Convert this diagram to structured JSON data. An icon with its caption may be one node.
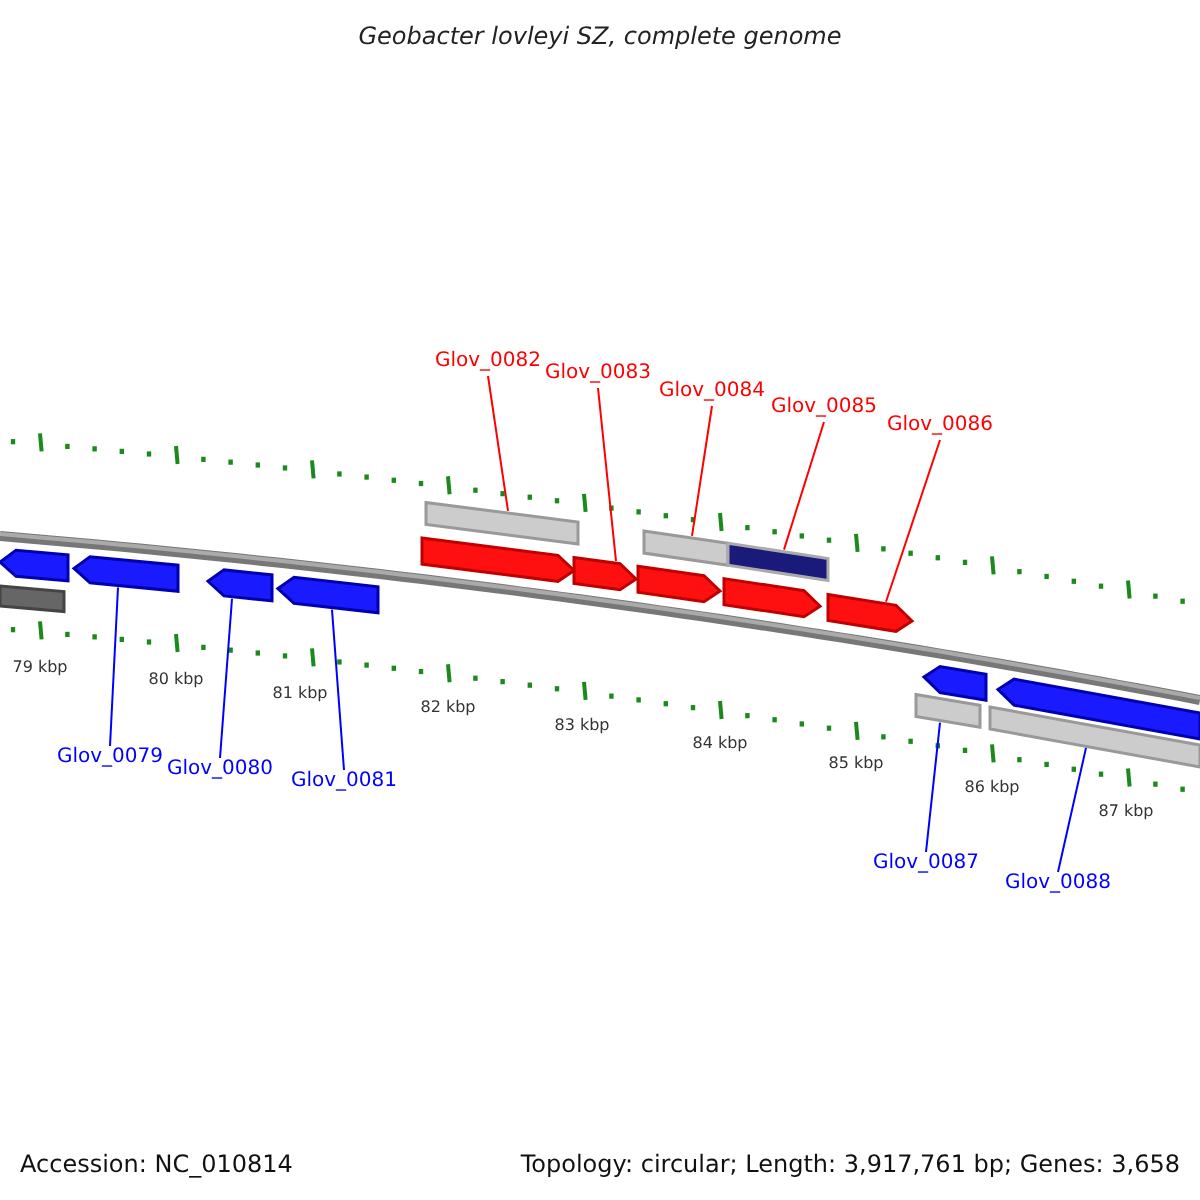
{
  "diagram": {
    "title": "Geobacter lovleyi SZ, complete genome",
    "nodes": [
      {
        "text": [
          "Glov_0082"
        ]
      },
      {
        "text": [
          "Glov_0083"
        ]
      },
      {
        "text": [
          "Glov_0084"
        ]
      },
      {
        "text": [
          "Glov_0085"
        ]
      },
      {
        "text": [
          "Glov_0086"
        ]
      },
      {
        "text": [
          "Glov_0079"
        ]
      },
      {
        "text": [
          "Glov_0080"
        ]
      },
      {
        "text": [
          "Glov_0081"
        ]
      },
      {
        "text": [
          "Glov_0087"
        ]
      },
      {
        "text": [
          "Glov_0088"
        ]
      },
      {
        "text": [],
        "shape": "arrow"
      },
      {
        "text": [],
        "shape": "bar"
      },
      {
        "text": [],
        "shape": "arrow"
      },
      {
        "text": [],
        "shape": "arrow"
      },
      {
        "text": [],
        "shape": "arrow"
      },
      {
        "text": [],
        "shape": "bar"
      },
      {
        "text": [],
        "shape": "arrow"
      },
      {
        "text": [],
        "shape": "arrow"
      },
      {
        "text": [],
        "shape": "bar"
      },
      {
        "text": [],
        "shape": "bar"
      },
      {
        "text": [],
        "shape": "arrow"
      },
      {
        "text": [],
        "shape": "arrow"
      },
      {
        "text": [],
        "shape": "arrow"
      },
      {
        "text": [],
        "shape": "arrow"
      },
      {
        "text": [],
        "shape": "bar"
      },
      {
        "text": [],
        "shape": "arrow"
      },
      {
        "text": [],
        "shape": "bar"
      }
    ],
    "edges": [
      {
        "from": 0,
        "to": 15,
        "arrow": "none",
        "color": "#ff0000"
      },
      {
        "from": 1,
        "to": 17,
        "arrow": "none",
        "color": "#ff0000"
      },
      {
        "from": 2,
        "to": 18,
        "arrow": "none",
        "color": "#ff0000"
      },
      {
        "from": 3,
        "to": 19,
        "arrow": "none",
        "color": "#ff0000"
      },
      {
        "from": 4,
        "to": 22,
        "arrow": "none",
        "color": "#ff0000"
      },
      {
        "from": 5,
        "to": 12,
        "arrow": "none",
        "color": "#0000ff"
      },
      {
        "from": 6,
        "to": 13,
        "arrow": "none",
        "color": "#0000ff"
      },
      {
        "from": 7,
        "to": 14,
        "arrow": "none",
        "color": "#0000ff"
      },
      {
        "from": 8,
        "to": 24,
        "arrow": "none",
        "color": "#0000ff"
      },
      {
        "from": 9,
        "to": 26,
        "arrow": "none",
        "color": "#0000ff"
      }
    ],
    "labels": [
      "79 kbp",
      "80 kbp",
      "81 kbp",
      "82 kbp",
      "83 kbp",
      "84 kbp",
      "85 kbp",
      "86 kbp",
      "87 kbp",
      "Accession: NC_010814",
      "Topology: circular; Length: 3,917,761 bp; Genes: 3,658"
    ]
  }
}
